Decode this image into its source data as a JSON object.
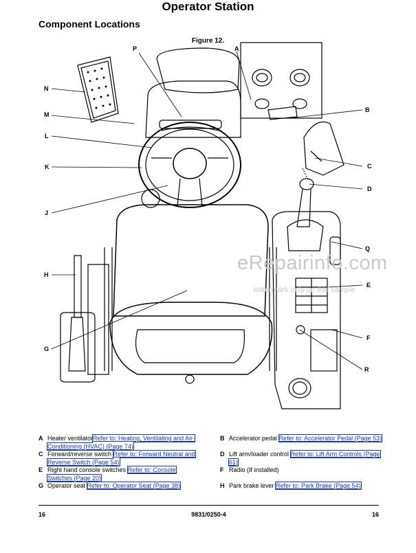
{
  "header": {
    "title": "Operator Station",
    "subtitle": "Component Locations",
    "figure_label": "Figure 12."
  },
  "callouts": {
    "A": "A",
    "B": "B",
    "C": "C",
    "D": "D",
    "E": "E",
    "F": "F",
    "G": "G",
    "H": "H",
    "J": "J",
    "K": "K",
    "L": "L",
    "M": "M",
    "N": "N",
    "P": "P",
    "Q": "Q",
    "R": "R"
  },
  "watermark": {
    "main": "eRepairinfo.com",
    "sub": "watermark only on this sample"
  },
  "legend": [
    {
      "key": "A",
      "text": "Heater ventilator",
      "link": "Refer to: Heating, Ventilating and Air-Conditioning (HVAC) (Page 74)"
    },
    {
      "key": "B",
      "text": "Accelerator pedal",
      "link": "Refer to: Accelerator Pedal (Page 53)"
    },
    {
      "key": "C",
      "text": "Forward/reverse switch",
      "link": "Refer to: Forward Neutral and Reverse Switch (Page 54)"
    },
    {
      "key": "D",
      "text": "Lift arm/loader control",
      "link": "Refer to: Lift Arm Controls (Page 61)"
    },
    {
      "key": "E",
      "text": "Right hand console switches",
      "link": "Refer to: Console Switches (Page 20)"
    },
    {
      "key": "F",
      "text": "Radio (If installed)",
      "link": ""
    },
    {
      "key": "G",
      "text": "Operator seat",
      "link": "Refer to: Operator Seat (Page 38)"
    },
    {
      "key": "H",
      "text": "Park brake lever",
      "link": "Refer to: Park Brake (Page 54)"
    }
  ],
  "footer": {
    "left_page": "16",
    "doc_number": "9831/0250-4",
    "right_page": "16"
  }
}
